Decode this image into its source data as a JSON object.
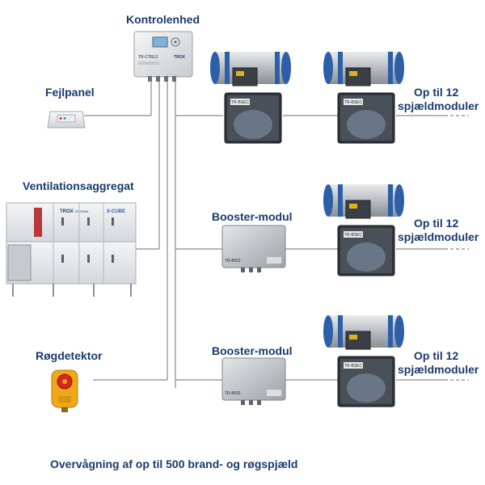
{
  "labels": {
    "controller": "Kontrolenhed",
    "fault_panel": "Fejlpanel",
    "ventilation_unit": "Ventilationsaggregat",
    "smoke_detector": "Røgdetektor",
    "booster_1": "Booster-modul",
    "booster_2": "Booster-modul",
    "damper_group_1_line1": "Op til 12",
    "damper_group_1_line2": "spjældmoduler",
    "damper_group_2_line1": "Op til 12",
    "damper_group_2_line2": "spjældmoduler",
    "damper_group_3_line1": "Op til 12",
    "damper_group_3_line2": "spjældmoduler",
    "caption": "Overvågning af op til 500 brand- og røgspjæld"
  },
  "device_text": {
    "controller_tag": "TR-CTRL3",
    "controller_brand": "TROX",
    "module_tag": "TR-BSEC",
    "booster_tag": "TR-BOO",
    "ahu_brand": "TROX",
    "ahu_brand_sub": "TECHNIK",
    "ahu_model": "X-CUBE"
  },
  "colors": {
    "label_blue": "#1a3a6e",
    "damper_blue": "#2d5fa8",
    "wire": "#8a8a8a",
    "detector_red": "#d7261e",
    "detector_yellow": "#f0a818"
  },
  "icons": {
    "controller": "control-unit-icon",
    "fault_panel": "fault-panel-icon",
    "ahu": "air-handling-unit-icon",
    "smoke_detector": "smoke-detector-icon",
    "booster": "booster-module-icon",
    "damper": "damper-actuator-icon",
    "module": "damper-module-icon"
  }
}
